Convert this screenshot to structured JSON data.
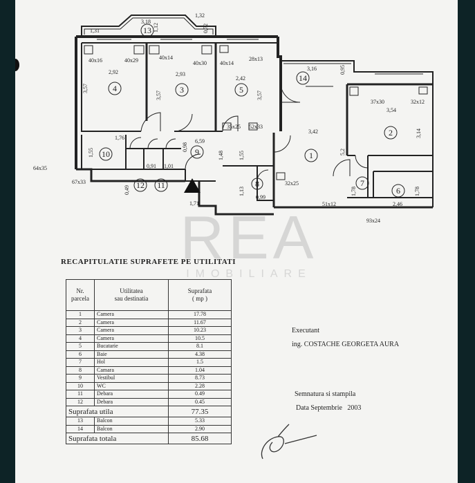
{
  "plan": {
    "room_numbers": [
      "1",
      "2",
      "3",
      "4",
      "5",
      "6",
      "7",
      "8",
      "9",
      "10",
      "11",
      "12",
      "13",
      "14"
    ],
    "dimensions": {
      "top_1": "3,18",
      "top_2": "1,32",
      "top_3": "1,31",
      "top_4": "1,12",
      "top_5": "0,72",
      "r4_vent": "40x16",
      "r4_w": "2,92",
      "r4_h": "3,57",
      "r3_vent_a": "40x29",
      "r3_vent_b": "40x14",
      "r3_w": "2,93",
      "r3_h": "3,57",
      "r3_vent_c": "40x30",
      "r5_vent_a": "40x14",
      "r5_vent_b": "28x13",
      "r5_w": "2,42",
      "r5_h": "3,57",
      "r14_w": "3,16",
      "r14_h": "0,95",
      "r2_vent_a": "37x30",
      "r2_vent_b": "32x12",
      "r2_w": "3,54",
      "r2_h": "3,14",
      "r1_w": "3,42",
      "r1_h": "5,2",
      "r1_vent": "32x25",
      "r1_bottom": "51x12",
      "r5_small_a": "35x25",
      "r5_small_b": "52x33",
      "r10_w": "1,76",
      "r10_h": "1,55",
      "r11_w": "1,01",
      "r12_w": "0,91",
      "r9_w": "6,59",
      "r9_h_a": "1,48",
      "r9_h_b": "0,98",
      "r9_h_c": "1,55",
      "left_ext": "64x35",
      "left_ext_b": "67x33",
      "r12_h": "0,49",
      "r8_h": "1,13",
      "r8_w": "0,99",
      "r7_h": "1,78",
      "r6_h": "1,78",
      "r6_w": "2,46",
      "bottom_entry": "1,71",
      "bottom_right": "93x24"
    }
  },
  "watermark": {
    "big": "REA",
    "small": "IMOBILIARE"
  },
  "recap": {
    "title": "RECAPITULATIE SUPRAFETE PE UTILITATI",
    "headers": {
      "nr_a": "Nr.",
      "nr_b": "parcela",
      "util_a": "Utilitatea",
      "util_b": "sau destinatia",
      "supr_a": "Suprafata",
      "supr_b": "( mp )"
    },
    "rows": [
      {
        "nr": "1",
        "name": "Camera",
        "area": "17.78"
      },
      {
        "nr": "2",
        "name": "Camera",
        "area": "11.67"
      },
      {
        "nr": "3",
        "name": "Camera",
        "area": "10.23"
      },
      {
        "nr": "4",
        "name": "Camera",
        "area": "10.5"
      },
      {
        "nr": "5",
        "name": "Bucatarie",
        "area": "8.1"
      },
      {
        "nr": "6",
        "name": "Baie",
        "area": "4.38"
      },
      {
        "nr": "7",
        "name": "Hol",
        "area": "1.5"
      },
      {
        "nr": "8",
        "name": "Camara",
        "area": "1.04"
      },
      {
        "nr": "9",
        "name": "Vestibul",
        "area": "8.73"
      },
      {
        "nr": "10",
        "name": "WC",
        "area": "2.28"
      },
      {
        "nr": "11",
        "name": "Debara",
        "area": "0.49"
      },
      {
        "nr": "12",
        "name": "Debara",
        "area": "0.45"
      }
    ],
    "useful_label": "Suprafata utila",
    "useful_value": "77.35",
    "balcony_rows": [
      {
        "nr": "13",
        "name": "Balcon",
        "area": "5.33"
      },
      {
        "nr": "14",
        "name": "Balcon",
        "area": "2.90"
      }
    ],
    "total_label": "Suprafata totala",
    "total_value": "85.68"
  },
  "executant": {
    "label": "Executant",
    "name": "ing. COSTACHE GEORGETA AURA",
    "signature_label": "Semnatura si stampila",
    "date_label": "Data",
    "date_value": "Septembrie   2003"
  }
}
